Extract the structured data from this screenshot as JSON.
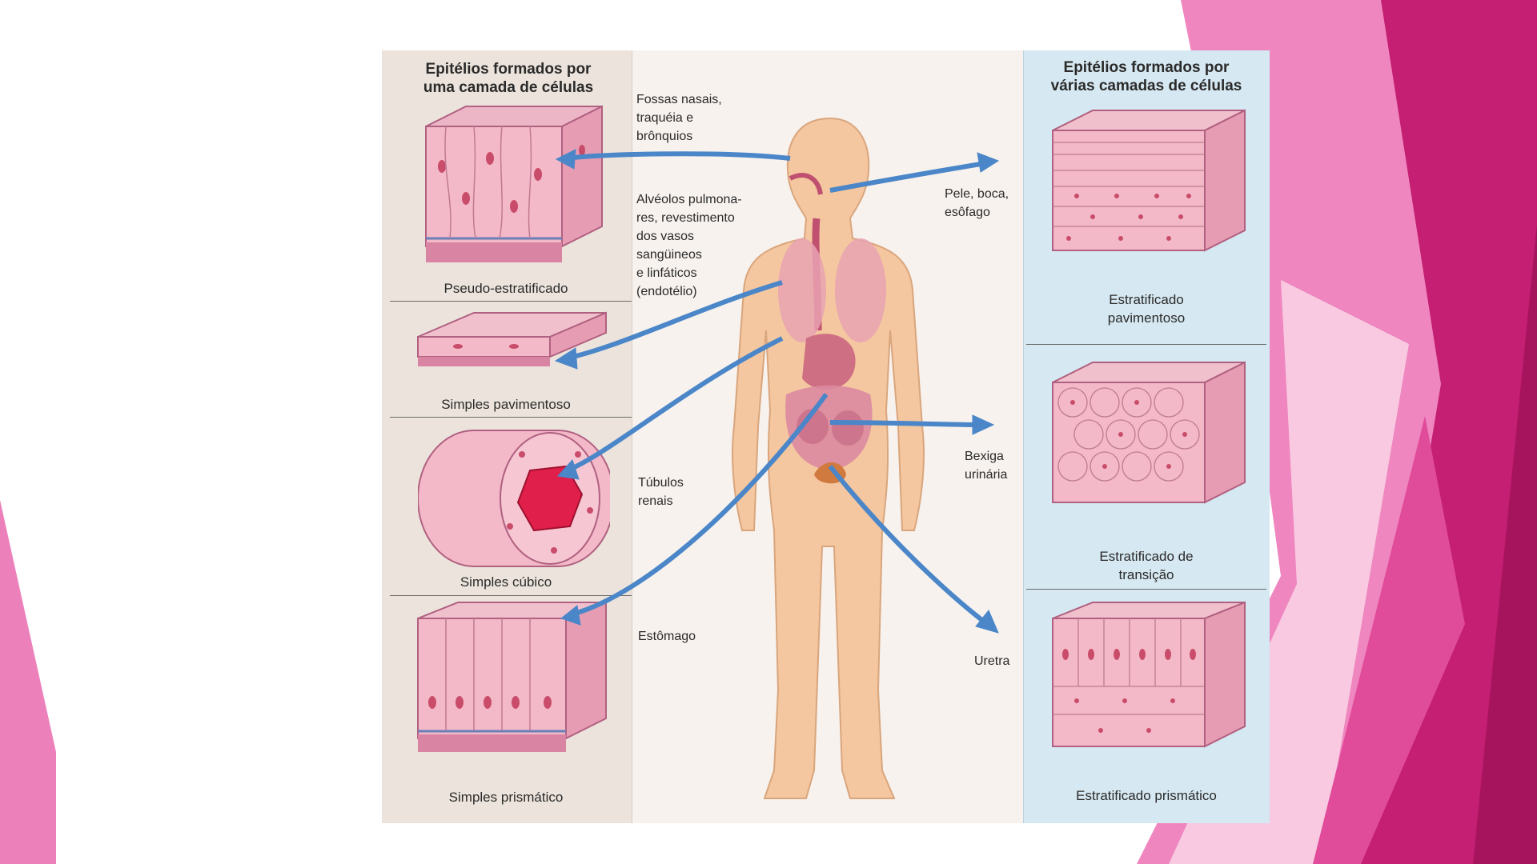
{
  "theme": {
    "slide_background": "#ffffff",
    "accent_magenta": "#c41f72",
    "accent_pink": "#ef86bf",
    "accent_light_pink": "#f8c9e1",
    "arrow_blue": "#4a86c8",
    "left_panel_bg": "#ece4dc",
    "right_panel_bg": "#d6e8f1",
    "body_color": "#f4c7a0"
  },
  "diagram": {
    "left_heading": "Epitélios formados por\numa camada de células",
    "right_heading": "Epitélios formados por\nvárias camadas de células",
    "left_tiles": [
      {
        "label": "Pseudo-estratificado",
        "icon": "pseudostratified-tissue-icon"
      },
      {
        "label": "Simples pavimentoso",
        "icon": "simple-squamous-tissue-icon"
      },
      {
        "label": "Simples cúbico",
        "icon": "simple-cuboidal-tube-icon"
      },
      {
        "label": "Simples prismático",
        "icon": "simple-columnar-tissue-icon"
      }
    ],
    "right_tiles": [
      {
        "label": "Estratificado\npavimentoso",
        "icon": "stratified-squamous-tissue-icon"
      },
      {
        "label": "Estratificado de\ntransição",
        "icon": "transitional-tissue-icon"
      },
      {
        "label": "Estratificado prismático",
        "icon": "stratified-columnar-tissue-icon"
      }
    ],
    "center_labels": {
      "fossas": "Fossas nasais,\ntraquéia e\nbrônquios",
      "alveolos": "Alvéolos pulmona-\nres, revestimento\ndos vasos\nsangüineos\ne linfáticos\n(endotélio)",
      "tubulos": "Túbulos\nrenais",
      "estomago": "Estômago",
      "pele": "Pele, boca,\nesôfago",
      "bexiga": "Bexiga\nurinária",
      "uretra": "Uretra"
    }
  }
}
